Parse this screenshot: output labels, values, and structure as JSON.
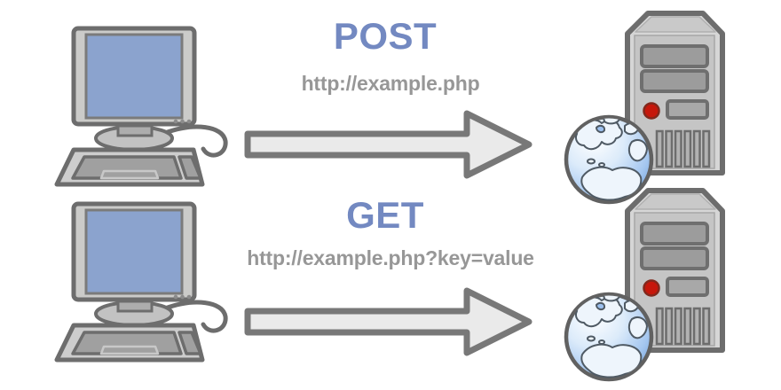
{
  "rows": [
    {
      "method_label": "POST",
      "request_url": "http://example.php",
      "client_icon": "desktop-computer-icon",
      "arrow_icon": "right-arrow-icon",
      "server_icon": "web-server-globe-icon"
    },
    {
      "method_label": "GET",
      "request_url": "http://example.php?key=value",
      "client_icon": "desktop-computer-icon",
      "arrow_icon": "right-arrow-icon",
      "server_icon": "web-server-globe-icon"
    }
  ],
  "colors": {
    "method_text": "#7389c1",
    "url_text": "#979797",
    "icon_outline": "#6d6d6d",
    "icon_body_light": "#d2d2d2",
    "icon_body_mid": "#9e9e9e",
    "monitor_screen": "#8ba3ce",
    "arrow_fill": "#eaeaea",
    "arrow_outline": "#787878",
    "power_led": "#c6170b",
    "globe_ocean": "#8cb7e9",
    "globe_land": "#eef5fc",
    "background": "#ffffff"
  }
}
